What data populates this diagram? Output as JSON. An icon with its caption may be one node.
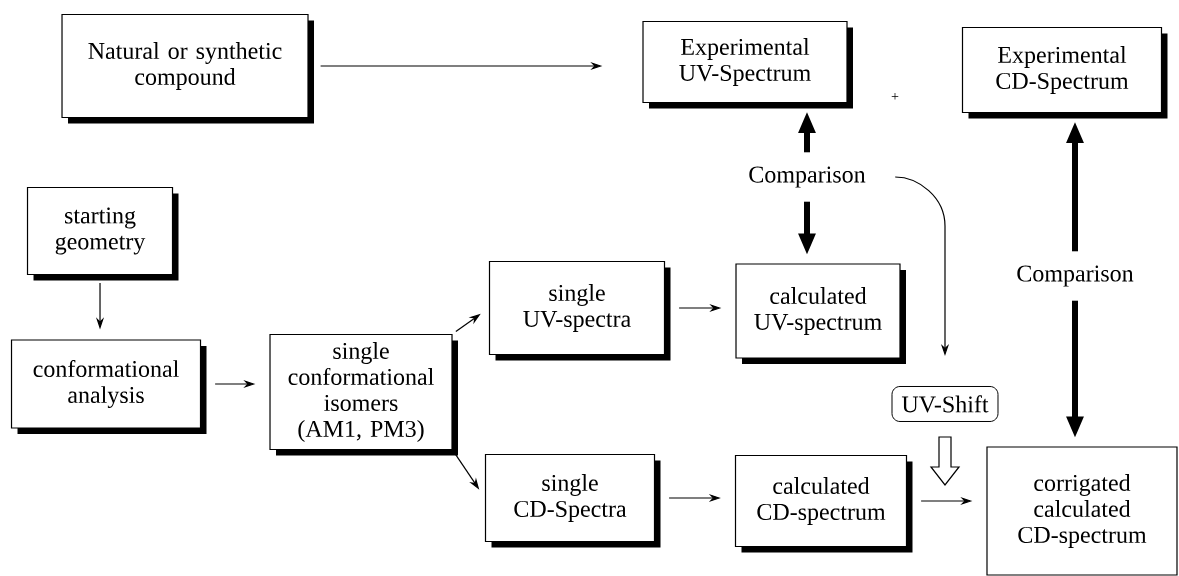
{
  "diagram": {
    "nodes": [
      {
        "text": [
          "Natural or synthetic compound"
        ]
      },
      {
        "text": [
          "Experimental UV-Spectrum"
        ]
      },
      {
        "text": [
          "Experimental CD-Spectrum"
        ]
      },
      {
        "text": [
          "starting geometry"
        ]
      },
      {
        "text": [
          "conformational analysis"
        ]
      },
      {
        "text": [
          "single conformational isomers (AM1, PM3)"
        ]
      },
      {
        "text": [
          "single UV-spectra"
        ]
      },
      {
        "text": [
          "calculated UV-spectrum"
        ]
      },
      {
        "text": [
          "single CD-Spectra"
        ]
      },
      {
        "text": [
          "calculated CD-spectrum"
        ]
      },
      {
        "text": [
          "Comparison"
        ]
      },
      {
        "text": [
          "UV-Shift"
        ]
      },
      {
        "text": [
          "Comparison"
        ]
      },
      {
        "text": [
          "corrigated calculated CD-spectrum"
        ]
      }
    ],
    "edges": [
      {
        "from": 0,
        "to": 1,
        "arrow": "to"
      },
      {
        "from": 3,
        "to": 4,
        "arrow": "to"
      },
      {
        "from": 4,
        "to": 5,
        "arrow": "to"
      },
      {
        "from": 5,
        "to": 6,
        "arrow": "to"
      },
      {
        "from": 5,
        "to": 8,
        "arrow": "to"
      },
      {
        "from": 6,
        "to": 7,
        "arrow": "to"
      },
      {
        "from": 8,
        "to": 9,
        "arrow": "to"
      },
      {
        "from": 10,
        "to": 1,
        "arrow": "to",
        "style": "thick"
      },
      {
        "from": 10,
        "to": 7,
        "arrow": "to",
        "style": "thick"
      },
      {
        "from": 10,
        "to": 11,
        "arrow": "to"
      },
      {
        "from": 11,
        "to": null,
        "arrow": "to"
      },
      {
        "from": 9,
        "to": 13,
        "arrow": "to"
      },
      {
        "from": 12,
        "to": 2,
        "arrow": "to",
        "style": "thick"
      },
      {
        "from": 12,
        "to": 13,
        "arrow": "to",
        "style": "thick"
      }
    ],
    "labels": [
      "+"
    ]
  }
}
